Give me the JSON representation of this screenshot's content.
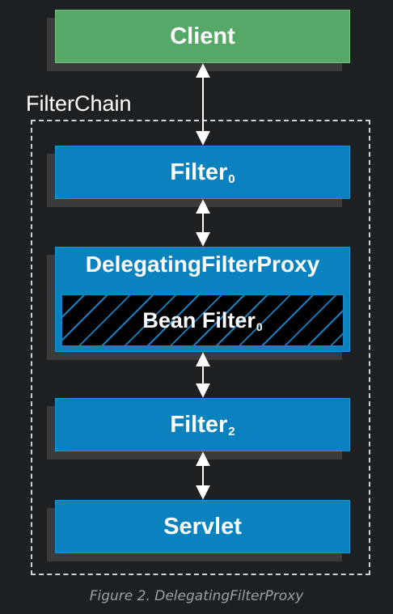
{
  "diagram": {
    "chain_label": "FilterChain",
    "client": "Client",
    "filter0": {
      "label": "Filter",
      "sub": "0"
    },
    "dfp": {
      "title": "DelegatingFilterProxy",
      "bean": {
        "label": "Bean Filter",
        "sub": "0"
      }
    },
    "filter2": {
      "label": "Filter",
      "sub": "2"
    },
    "servlet": "Servlet"
  },
  "caption": "Figure 2. DelegatingFilterProxy",
  "colors": {
    "background": "#1e2124",
    "client": "#55a868",
    "filter": "#0b82c0",
    "bean_fill": "#000000",
    "bean_hatch": "#1a80c0",
    "shadow": "#3a3b3d",
    "arrow": "#ffffff"
  }
}
